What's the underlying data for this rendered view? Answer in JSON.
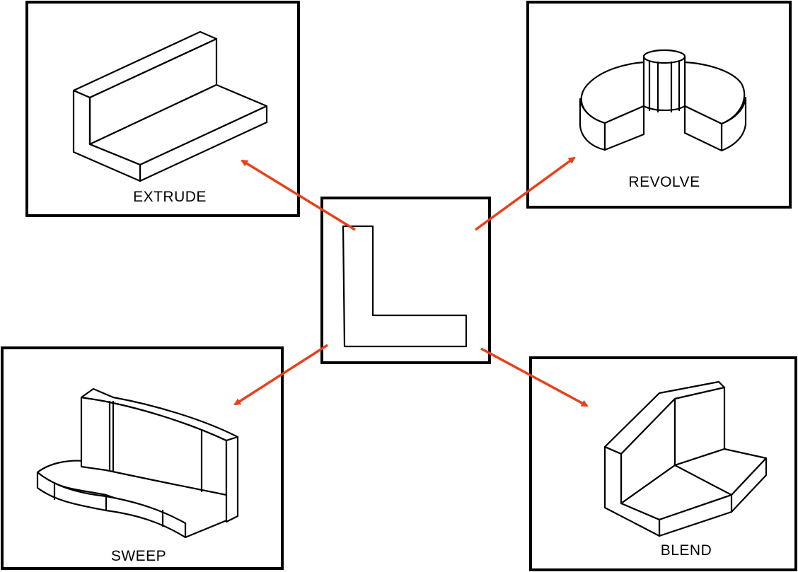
{
  "labels": {
    "extrude": "EXTRUDE",
    "revolve": "REVOLVE",
    "sweep": "SWEEP",
    "blend": "BLEND"
  },
  "colors": {
    "arrow": "#e8401a",
    "frame": "#000000",
    "background": "#ffffff"
  }
}
